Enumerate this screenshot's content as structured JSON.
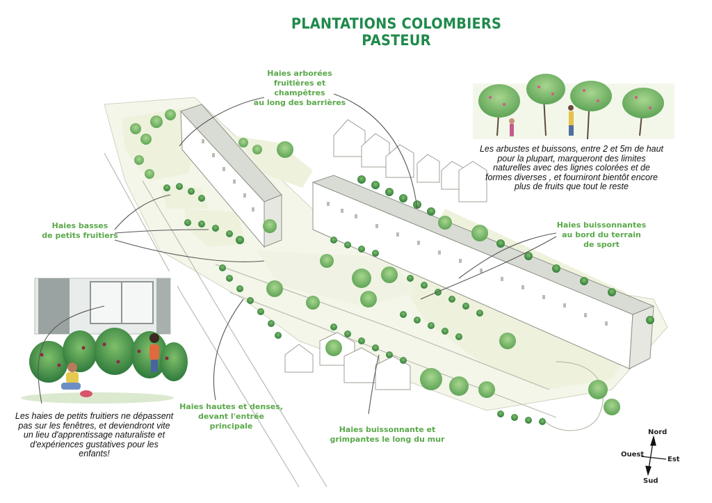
{
  "title": "PLANTATIONS COLOMBIERS PASTEUR",
  "labels": {
    "haies_arborees": [
      "Haies arborées",
      "fruitières et champêtres",
      "au long des barrières"
    ],
    "haies_basses": [
      "Haies basses",
      "de petits fruitiers"
    ],
    "haies_buissonnantes_sport": [
      "Haies buissonnantes",
      "au bord du terrain",
      "de sport"
    ],
    "haies_hautes": [
      "Haies hautes et denses,",
      "devant l'entrée principale"
    ],
    "haies_mur": [
      "Haies buissonnante et",
      "grimpantes le long du mur"
    ]
  },
  "notes": {
    "arbustes": [
      "Les arbustes et buissons, entre 2 et 5m de haut",
      "pour la plupart, marqueront des limites",
      "naturelles avec des lignes colorées et de",
      "formes diverses , et fourniront bientôt encore",
      "plus de fruits que tout le reste"
    ],
    "petits_fruitiers": [
      "Les haies de petits fruitiers ne dépassent",
      "pas sur les fenêtres, et deviendront vite",
      "un lieu d'apprentissage naturaliste et",
      "d'expériences gustatives pour les",
      "enfants!"
    ]
  },
  "compass": {
    "north": "Nord",
    "south": "Sud",
    "east": "Est",
    "west": "Ouest"
  },
  "colors": {
    "title": "#1f8a4c",
    "label": "#5aa84a",
    "foliage": "#6fb563",
    "foliage_dark": "#3f8a45",
    "ground": "#eef2dc"
  }
}
